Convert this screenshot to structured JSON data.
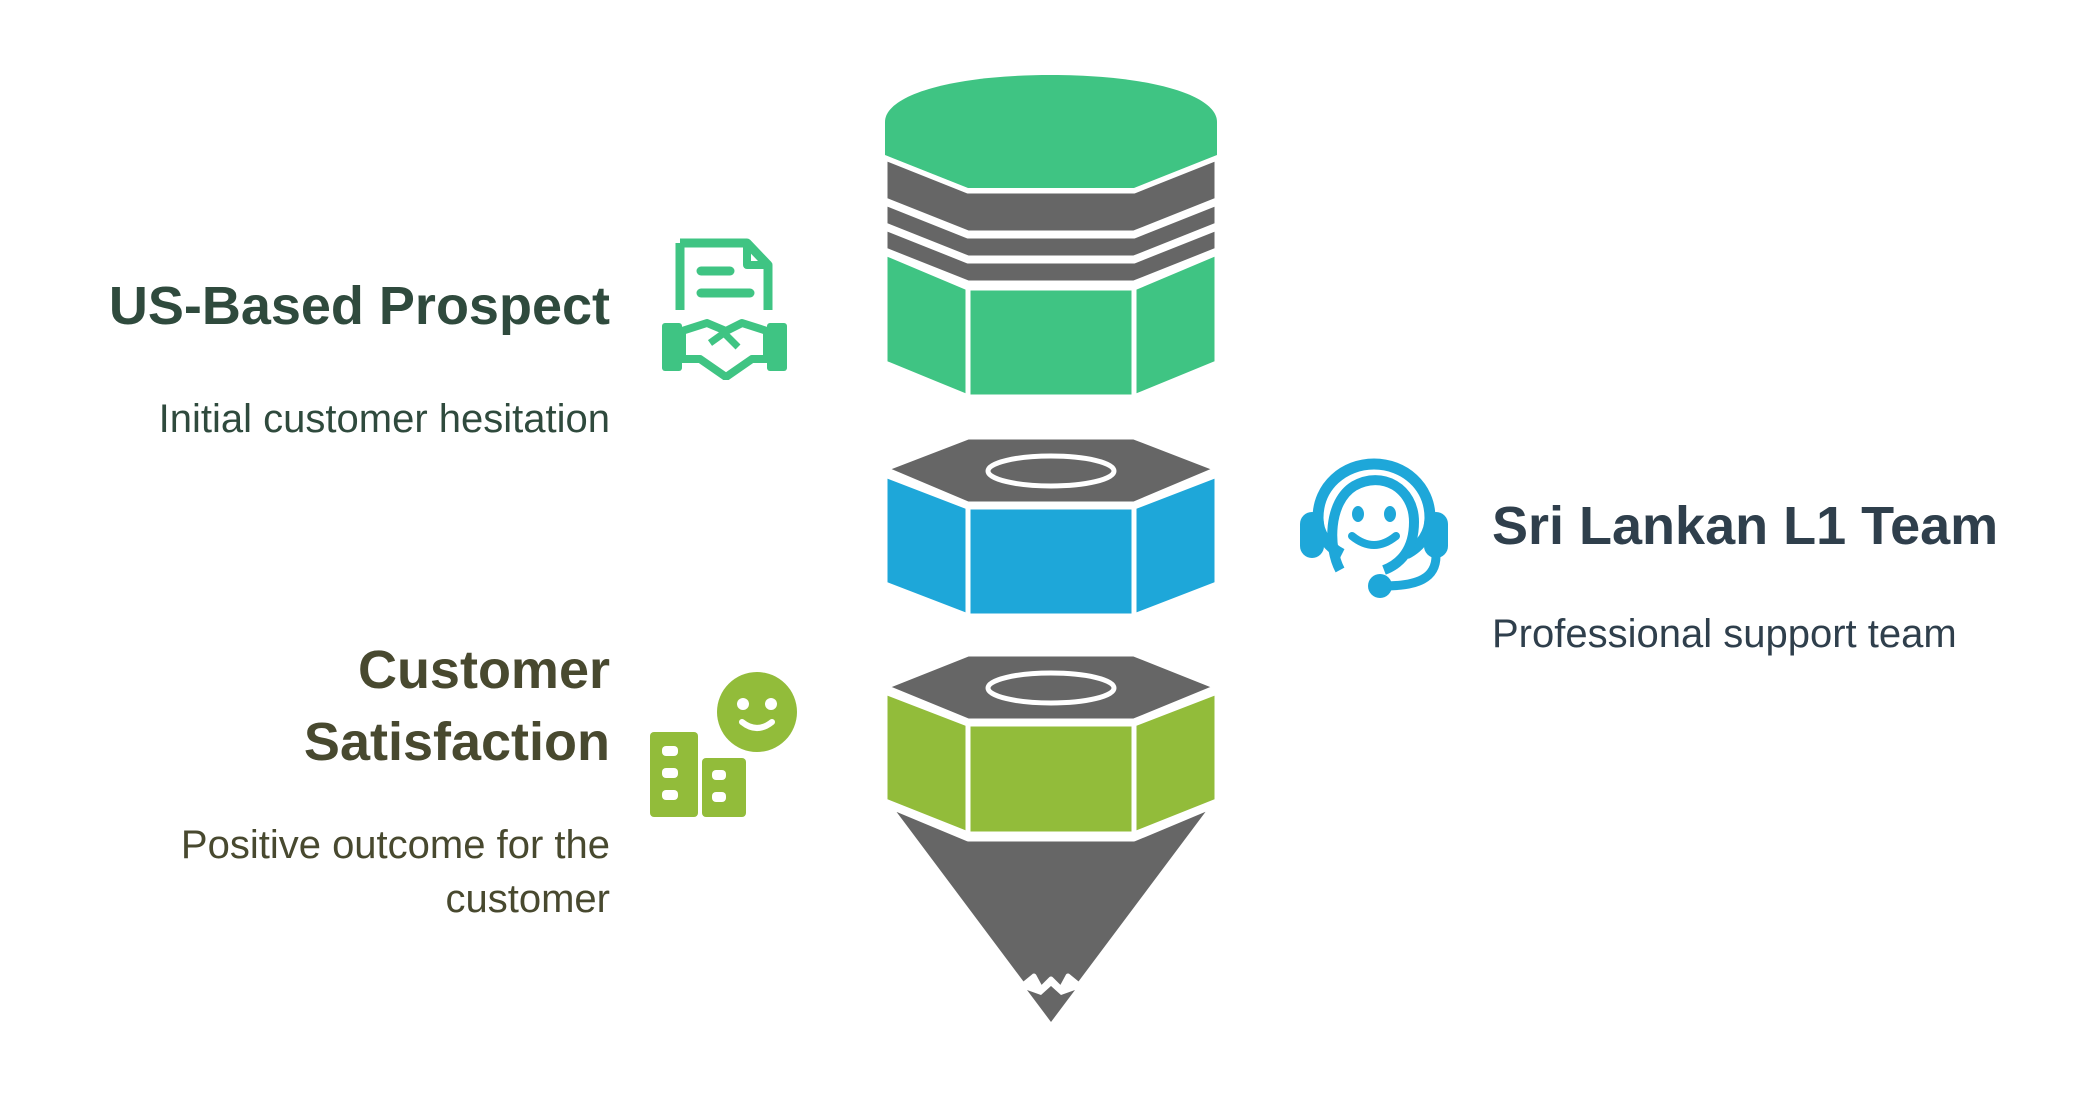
{
  "labels": {
    "us_prospect": {
      "title": "US-Based Prospect",
      "description": "Initial customer hesitation"
    },
    "sri_lankan_team": {
      "title": "Sri Lankan L1 Team",
      "description": "Professional support team"
    },
    "customer_satisfaction": {
      "title_line1": "Customer",
      "title_line2": "Satisfaction",
      "description_line1": "Positive outcome for the",
      "description_line2": "customer"
    }
  },
  "colors": {
    "green": "#3fc483",
    "blue": "#1ea7d9",
    "lime": "#92bc3a",
    "gray": "#666666",
    "dark_text_green": "#2f4a3d",
    "dark_text_blue": "#2f3f4c",
    "dark_text_olive": "#48492f"
  },
  "icons": {
    "prospect": "contract-handshake-icon",
    "team": "headset-support-icon",
    "satisfaction": "building-smiley-icon"
  }
}
